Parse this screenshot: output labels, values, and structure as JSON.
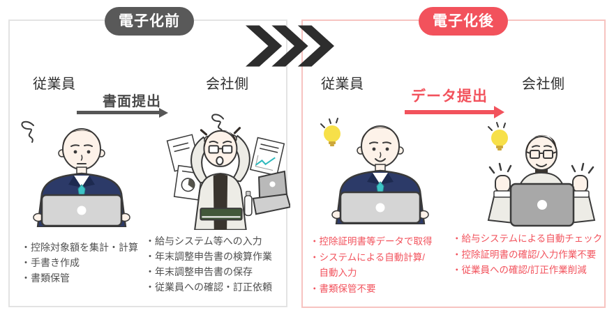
{
  "before": {
    "badge": "電子化前",
    "employee_label": "従業員",
    "company_label": "会社側",
    "flow_label": "書面提出",
    "employee_tasks": [
      "・控除対象額を集計・計算",
      "・手書き作成",
      "・書類保管"
    ],
    "company_tasks": [
      "・給与システム等への入力",
      "・年末調整申告書の検算作業",
      "・年末調整申告書の保存",
      "・従業員への確認・訂正依頼"
    ]
  },
  "after": {
    "badge": "電子化後",
    "employee_label": "従業員",
    "company_label": "会社側",
    "flow_label": "データ提出",
    "employee_tasks": [
      "・控除証明書等データで取得",
      "・システムによる自動計算/\n自動入力",
      "・書類保管不要"
    ],
    "company_tasks": [
      "・給与システムによる自動チェック",
      "・控除証明書の確認/入力作業不要",
      "・従業員への確認/訂正作業削減"
    ]
  },
  "colors": {
    "badge_before_bg": "#595959",
    "badge_after_bg": "#f2525c",
    "accent_red": "#f2525c",
    "arrow_gray": "#565656",
    "text_dark": "#2f2f2f",
    "list_gray": "#4f4f4f",
    "panel_border_before": "#e3e3e3",
    "panel_border_after": "#f7c3c0",
    "chevron": "#2d2d2d",
    "suit_navy": "#2c3a68",
    "tie_teal": "#3cc3c6",
    "bulb_yellow": "#f7e049"
  },
  "icons": {
    "fast_forward_chevrons": "❯❯❯",
    "confusion_scribble": "〰",
    "idea_bulb": "💡",
    "submission_arrow": "→"
  }
}
